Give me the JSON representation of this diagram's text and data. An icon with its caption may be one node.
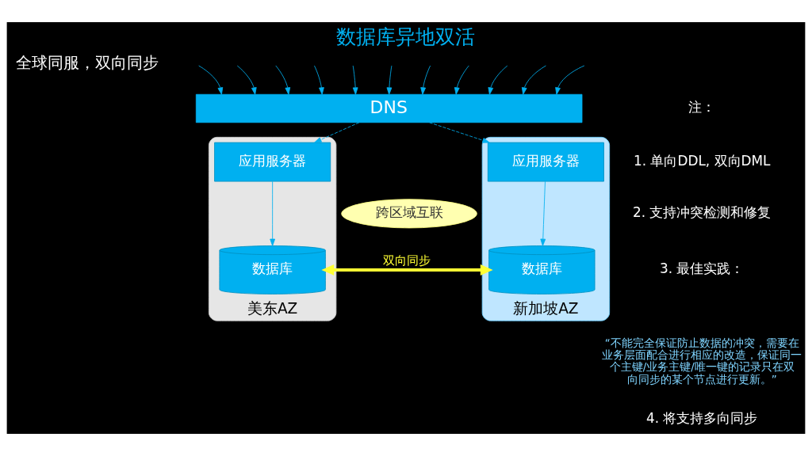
{
  "diagram": {
    "title": "数据库异地双活",
    "nodes": [
      {
        "text": [
          "DNS"
        ]
      },
      {
        "text": [
          "美东AZ"
        ]
      },
      {
        "text": [
          "应用服务器"
        ],
        "in": 1
      },
      {
        "text": [
          "数据库"
        ],
        "in": 1
      },
      {
        "text": [
          "新加坡AZ"
        ]
      },
      {
        "text": [
          "应用服务器"
        ],
        "in": 4
      },
      {
        "text": [
          "数据库"
        ],
        "in": 4
      },
      {
        "text": [
          "跨区域互联"
        ]
      }
    ],
    "edges": [
      {
        "from": null,
        "to": 0,
        "arrow": "to"
      },
      {
        "from": null,
        "to": 0,
        "arrow": "to"
      },
      {
        "from": null,
        "to": 0,
        "arrow": "to"
      },
      {
        "from": null,
        "to": 0,
        "arrow": "to"
      },
      {
        "from": null,
        "to": 0,
        "arrow": "to"
      },
      {
        "from": null,
        "to": 0,
        "arrow": "to"
      },
      {
        "from": null,
        "to": 0,
        "arrow": "to"
      },
      {
        "from": null,
        "to": 0,
        "arrow": "to"
      },
      {
        "from": null,
        "to": 0,
        "arrow": "to"
      },
      {
        "from": null,
        "to": 0,
        "arrow": "to"
      },
      {
        "from": null,
        "to": 0,
        "arrow": "to"
      },
      {
        "from": 0,
        "to": 2,
        "arrow": "to",
        "style": "dashed"
      },
      {
        "from": 0,
        "to": 5,
        "arrow": "to",
        "style": "dashed"
      },
      {
        "from": 2,
        "to": 3,
        "arrow": "to"
      },
      {
        "from": 5,
        "to": 6,
        "arrow": "to"
      },
      {
        "from": 3,
        "to": 6,
        "arrow": "to",
        "label": "双向同步",
        "style": "thick",
        "color": "#ffff33"
      },
      {
        "from": 6,
        "to": 3,
        "arrow": "to",
        "style": "thick",
        "color": "#ffff33"
      }
    ],
    "labels": [
      "全球同服，双向同步",
      "注：",
      "1. 单向DDL, 双向DML",
      "2. 支持冲突检测和修复",
      "3. 最佳实践：",
      "“不能完全保证防止数据的冲突，需要在业务层面配合进行相应的改造，保证同一个主键/业务主键/唯一键的记录只在双向同步的某个节点进行更新。”",
      "4. 将支持多向同步"
    ]
  }
}
